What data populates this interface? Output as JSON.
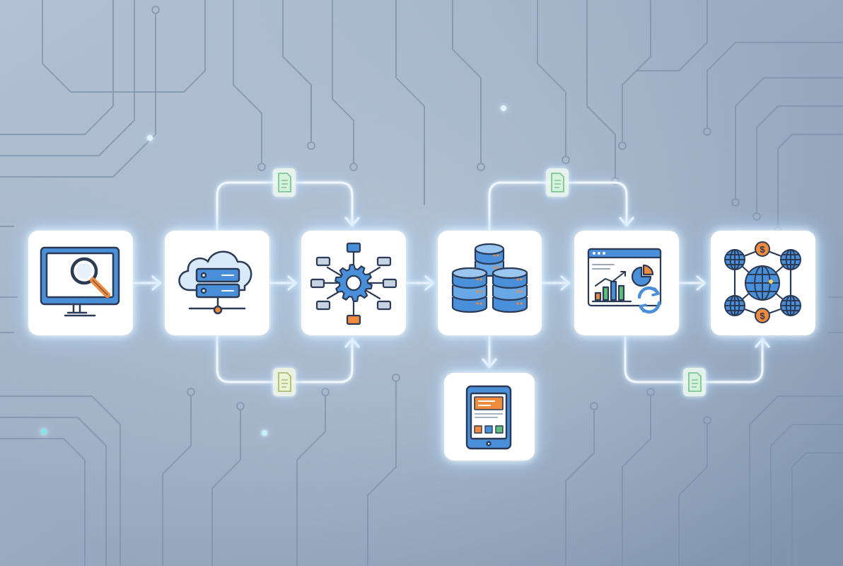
{
  "diagram": {
    "colors": {
      "background_top": "#b3c2d4",
      "background_bottom": "#7e93ab",
      "trace": "#7c91aa",
      "node_fill": "#ffffff",
      "connector": "#f1f7ff",
      "glow": "#a9d3ff",
      "icon_blue": "#4a8fd9",
      "icon_outline": "#2b3b55",
      "icon_orange": "#f08a3c",
      "icon_green": "#5fbf7a",
      "doc_green": "#8fd3a0"
    },
    "nodes": [
      {
        "id": "monitor",
        "icon": "monitor-search-icon"
      },
      {
        "id": "cloud",
        "icon": "cloud-server-icon"
      },
      {
        "id": "gear",
        "icon": "gear-network-icon"
      },
      {
        "id": "database",
        "icon": "database-cluster-icon"
      },
      {
        "id": "analytics",
        "icon": "analytics-dashboard-icon"
      },
      {
        "id": "globe",
        "icon": "global-finance-network-icon"
      },
      {
        "id": "tablet",
        "icon": "tablet-icon"
      }
    ],
    "edges": [
      {
        "from": "monitor",
        "to": "cloud"
      },
      {
        "from": "cloud",
        "to": "gear"
      },
      {
        "from": "cloud",
        "to": "gear",
        "route": "over",
        "token": "document-icon"
      },
      {
        "from": "cloud",
        "to": "gear",
        "route": "under",
        "token": "document-icon"
      },
      {
        "from": "gear",
        "to": "database"
      },
      {
        "from": "database",
        "to": "analytics"
      },
      {
        "from": "database",
        "to": "analytics",
        "route": "over",
        "token": "document-icon"
      },
      {
        "from": "database",
        "to": "tablet"
      },
      {
        "from": "analytics",
        "to": "globe"
      },
      {
        "from": "analytics",
        "to": "globe",
        "route": "under",
        "token": "document-icon"
      }
    ]
  }
}
